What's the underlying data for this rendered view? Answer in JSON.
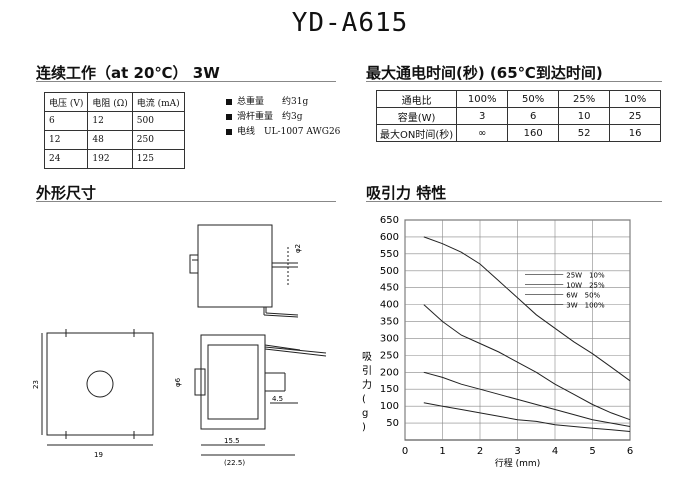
{
  "doc": {
    "title": "YD-A615"
  },
  "left_top": {
    "heading": "连续工作（at 20℃） 3W",
    "table": {
      "headers": [
        "电压 (V)",
        "电阻 (Ω)",
        "电流 (mA)"
      ],
      "rows": [
        [
          "6",
          "12",
          "500"
        ],
        [
          "12",
          "48",
          "250"
        ],
        [
          "24",
          "192",
          "125"
        ]
      ]
    },
    "notes": [
      "总重量　　约31g",
      "滑杆重量　约3g",
      "电线　UL-1007 AWG26"
    ]
  },
  "right_top": {
    "heading": "最大通电时间(秒) (65℃到达时间)",
    "table": {
      "rows": [
        [
          "通电比",
          "100%",
          "50%",
          "25%",
          "10%"
        ],
        [
          "容量(W)",
          "3",
          "6",
          "10",
          "25"
        ],
        [
          "最大ON时间(秒)",
          "∞",
          "160",
          "52",
          "16"
        ]
      ]
    }
  },
  "dimensions": {
    "heading": "外形尺寸",
    "labels": {
      "d_rod": "φ2",
      "d_shaft": "φ6",
      "height": "23",
      "width": "19",
      "stroke_tip": "4.5",
      "body_len": "15.5",
      "total_len": "(22.5)"
    }
  },
  "chart": {
    "heading": "吸引力 特性",
    "chart_data": {
      "type": "line",
      "xlabel": "行程 (mm)",
      "ylabel": "吸引力(g)",
      "xlim": [
        0,
        6
      ],
      "ylim": [
        0,
        650
      ],
      "x_ticks": [
        "0",
        "1",
        "2",
        "3",
        "4",
        "5",
        "6"
      ],
      "y_ticks": [
        "50",
        "100",
        "150",
        "200",
        "250",
        "300",
        "350",
        "400",
        "450",
        "500",
        "550",
        "600",
        "650"
      ],
      "grid": true,
      "legend_position": "upper-middle, callout leaders",
      "series": [
        {
          "name": "25W　10%",
          "x": [
            0.5,
            1,
            1.5,
            2,
            2.5,
            3,
            3.5,
            4,
            4.5,
            5,
            5.5,
            6
          ],
          "y": [
            600,
            580,
            555,
            520,
            470,
            420,
            370,
            330,
            290,
            255,
            215,
            175
          ]
        },
        {
          "name": "10W　25%",
          "x": [
            0.5,
            1,
            1.5,
            2,
            2.5,
            3,
            3.5,
            4,
            4.5,
            5,
            5.5,
            6
          ],
          "y": [
            400,
            350,
            310,
            285,
            260,
            230,
            200,
            165,
            135,
            105,
            80,
            60
          ]
        },
        {
          "name": "6W　50%",
          "x": [
            0.5,
            1,
            1.5,
            2,
            2.5,
            3,
            3.5,
            4,
            4.5,
            5,
            5.5,
            6
          ],
          "y": [
            200,
            185,
            165,
            150,
            135,
            120,
            105,
            90,
            75,
            60,
            50,
            40
          ]
        },
        {
          "name": "3W　100%",
          "x": [
            0.5,
            1,
            1.5,
            2,
            2.5,
            3,
            3.5,
            4,
            4.5,
            5,
            5.5,
            6
          ],
          "y": [
            110,
            100,
            90,
            80,
            70,
            60,
            55,
            45,
            40,
            35,
            30,
            25
          ]
        }
      ]
    }
  }
}
